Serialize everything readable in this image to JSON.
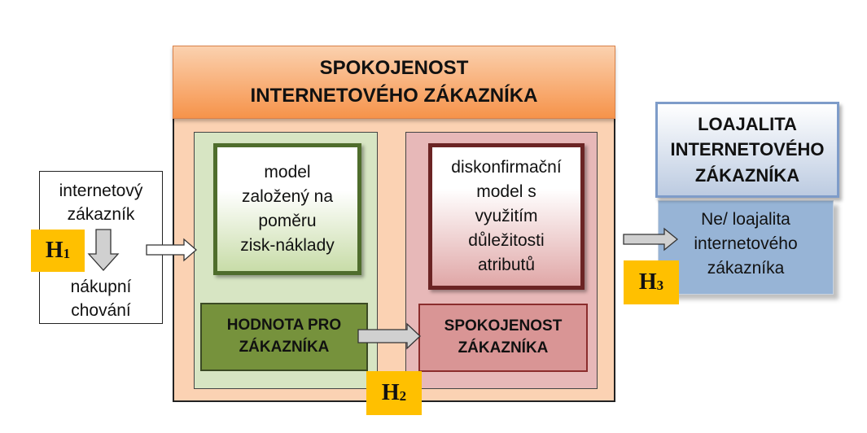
{
  "main": {
    "title_line1": "SPOKOJENOST",
    "title_line2": "INTERNETOVÉHO ZÁKAZNÍKA"
  },
  "green_model": "model\nzaložený na\npoměru\nzisk-náklady",
  "value_box": "HODNOTA PRO\nZÁKAZNÍKA",
  "red_model": "diskonfirmační\nmodel s\nvyužitím\ndůležitosti\natributů",
  "satisfaction_box": "SPOKOJENOST\nZÁKAZNÍKA",
  "customer": {
    "top": "internetový\nzákazník",
    "bottom": "nákupní\nchování"
  },
  "loyalty": {
    "header": "LOAJALITA\nINTERNETOVÉHO\nZÁKAZNÍKA",
    "body": "Ne/ loajalita\ninternetového\nzákazníka"
  },
  "hypotheses": {
    "h1": {
      "letter": "H",
      "index": "1"
    },
    "h2": {
      "letter": "H",
      "index": "2"
    },
    "h3": {
      "letter": "H",
      "index": "3"
    }
  },
  "colors": {
    "orange_header": "#f6934a",
    "orange_frame": "#fbd2b3",
    "green_panel": "#d7e5c3",
    "green_dark": "#76923c",
    "red_panel": "#e7b8b8",
    "red_dark": "#d99595",
    "blue": "#97b4d6",
    "badge": "#ffc000",
    "arrow": "#d0d0d0"
  }
}
